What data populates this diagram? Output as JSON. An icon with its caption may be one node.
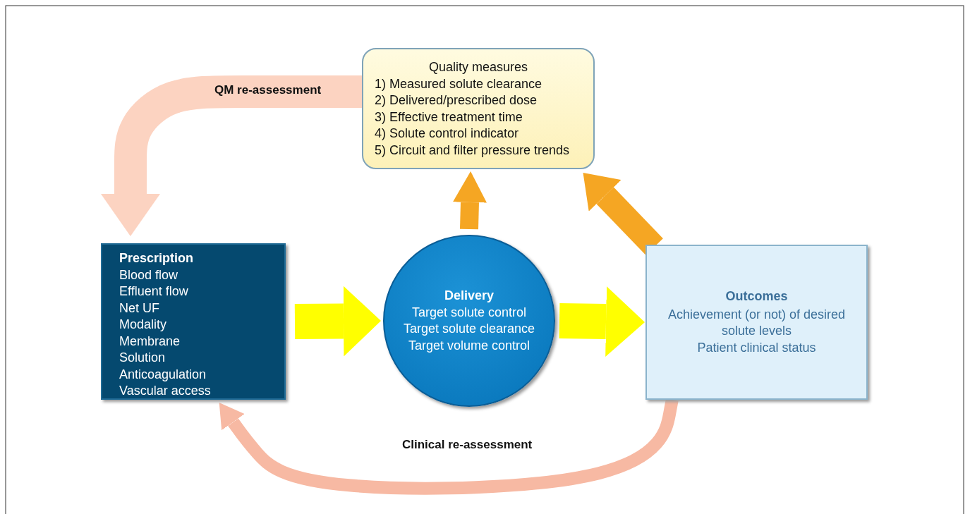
{
  "diagram": {
    "nodes": [
      {
        "text": [
          "Quality measures",
          "1) Measured solute clearance",
          "2) Delivered/prescribed dose",
          "3) Effective treatment time",
          "4) Solute control indicator",
          "5) Circuit and filter pressure trends"
        ]
      },
      {
        "text": [
          "Prescription",
          "Blood flow",
          "Effluent flow",
          "Net UF",
          "Modality",
          "Membrane",
          "Solution",
          "Anticoagulation",
          "Vascular access"
        ]
      },
      {
        "text": [
          "Delivery",
          "Target solute control",
          "Target solute clearance",
          "Target volume control"
        ]
      },
      {
        "text": [
          "Outcomes",
          "Achievement (or not) of desired solute levels",
          "Patient clinical status"
        ]
      }
    ],
    "edges": [
      {
        "from": 1,
        "to": 2,
        "arrow": "to",
        "color": "#ffff00"
      },
      {
        "from": 2,
        "to": 3,
        "arrow": "to",
        "color": "#ffff00"
      },
      {
        "from": 2,
        "to": 0,
        "arrow": "to",
        "color": "#f5a623"
      },
      {
        "from": 3,
        "to": 0,
        "arrow": "to",
        "color": "#f5a623"
      },
      {
        "from": 0,
        "to": 1,
        "arrow": "to",
        "color": "#fcd3c1",
        "label": "QM re-assessment"
      },
      {
        "from": 3,
        "to": 1,
        "arrow": "to",
        "color": "#f7b9a3",
        "label": "Clinical re-assessment"
      }
    ]
  }
}
